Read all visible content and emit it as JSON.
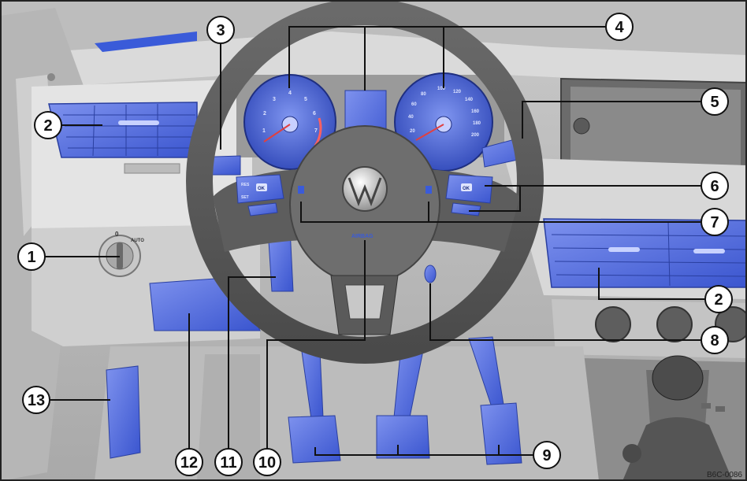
{
  "figure": {
    "reference_code": "B6C-0086",
    "airbag_label": "AIRBAG",
    "callouts": [
      {
        "id": "c1",
        "label": "1"
      },
      {
        "id": "c2a",
        "label": "2"
      },
      {
        "id": "c2b",
        "label": "2"
      },
      {
        "id": "c3",
        "label": "3"
      },
      {
        "id": "c4",
        "label": "4"
      },
      {
        "id": "c5",
        "label": "5"
      },
      {
        "id": "c6",
        "label": "6"
      },
      {
        "id": "c7",
        "label": "7"
      },
      {
        "id": "c8",
        "label": "8"
      },
      {
        "id": "c9",
        "label": "9"
      },
      {
        "id": "c10",
        "label": "10"
      },
      {
        "id": "c11",
        "label": "11"
      },
      {
        "id": "c12",
        "label": "12"
      },
      {
        "id": "c13",
        "label": "13"
      }
    ],
    "steering_buttons": {
      "left": [
        "RES",
        "OK",
        "SET"
      ],
      "right": [
        "OK"
      ]
    },
    "light_switch": {
      "positions": [
        "0",
        "AUTO"
      ]
    },
    "colors": {
      "highlight": "#3a5bd9",
      "highlight_light": "#6f86ea",
      "panel": "#d3d3d3",
      "panel_dark": "#9c9c9c",
      "line": "#111111"
    },
    "icons": {
      "vw_logo": "vw-logo-icon",
      "light_switch": "light-switch-icon"
    }
  }
}
